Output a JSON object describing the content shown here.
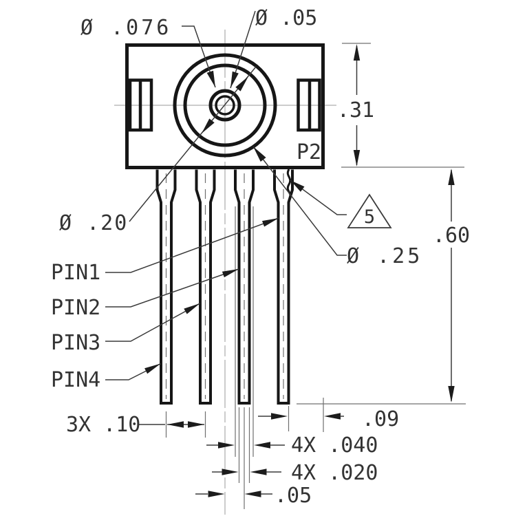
{
  "drawing": {
    "body_marker": "P2",
    "flag_note": "5",
    "diameters": {
      "lens_hole": "Ø .076",
      "center_dot": "Ø .05",
      "inner_ring": "Ø .20",
      "outer_ring": "Ø .25"
    },
    "vertical_dims": {
      "body_height": ".31",
      "lead_length": ".60"
    },
    "pin_labels": {
      "pin1": "PIN1",
      "pin2": "PIN2",
      "pin3": "PIN3",
      "pin4": "PIN4"
    },
    "bottom_dims": {
      "pitch": "3X .10",
      "edge_gap": ".09",
      "lead_width_wide": "4X .040",
      "lead_width_narrow": "4X .020",
      "center_offset": ".05"
    }
  },
  "colors": {
    "outline": "#161616",
    "dimension": "#3a3a3a",
    "extension": "#6f6f6f",
    "centerline": "#9a9a9a",
    "background": "#ffffff"
  }
}
